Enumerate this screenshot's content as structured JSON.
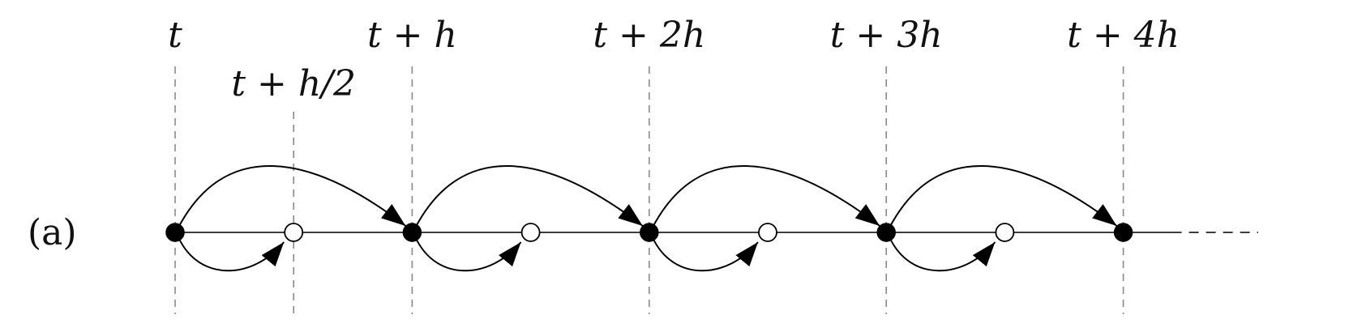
{
  "panel_label": "(a)",
  "points": [
    {
      "label": "t",
      "kind": "full"
    },
    {
      "label": "t + h/2",
      "kind": "half"
    },
    {
      "label": "t + h",
      "kind": "full"
    },
    {
      "label": "",
      "kind": "half"
    },
    {
      "label": "t + 2h",
      "kind": "full"
    },
    {
      "label": "",
      "kind": "half"
    },
    {
      "label": "t + 3h",
      "kind": "full"
    },
    {
      "label": "",
      "kind": "half"
    },
    {
      "label": "t + 4h",
      "kind": "full"
    }
  ],
  "colors": {
    "full_dot": "#000000",
    "half_dot": "#ffffff",
    "line": "#222222",
    "guide": "#8a8a8a"
  }
}
